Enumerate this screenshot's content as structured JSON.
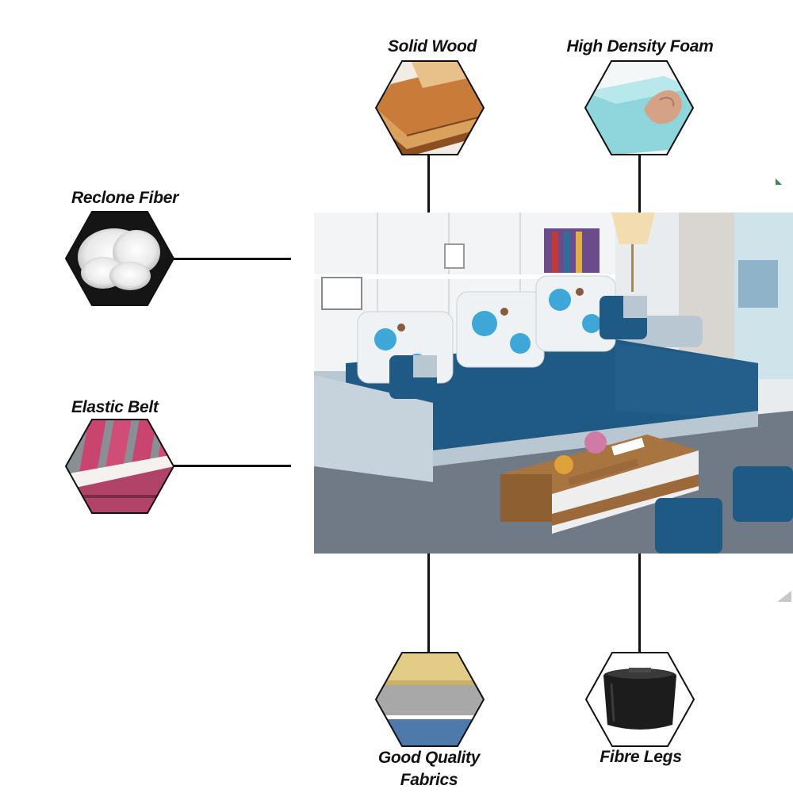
{
  "features": {
    "solid_wood": {
      "label": "Solid Wood",
      "icon": "wood-plank-icon"
    },
    "high_density_foam": {
      "label": "High Density Foam",
      "icon": "foam-block-icon"
    },
    "reclone_fiber": {
      "label": "Reclone Fiber",
      "icon": "fiber-fluff-icon"
    },
    "elastic_belt": {
      "label": "Elastic Belt",
      "icon": "elastic-belt-icon"
    },
    "fabrics": {
      "label_line1": "Good Quality",
      "label_line2": "Fabrics",
      "icon": "fabric-swatch-icon"
    },
    "fibre_legs": {
      "label": "Fibre Legs",
      "icon": "sofa-leg-icon"
    }
  },
  "colors": {
    "sofa_blue": "#1f5a85",
    "sofa_grey": "#b9c7d3",
    "floral_accent": "#3fa6d8",
    "table_wood": "#9c6a3a",
    "connector_line": "#111111"
  }
}
